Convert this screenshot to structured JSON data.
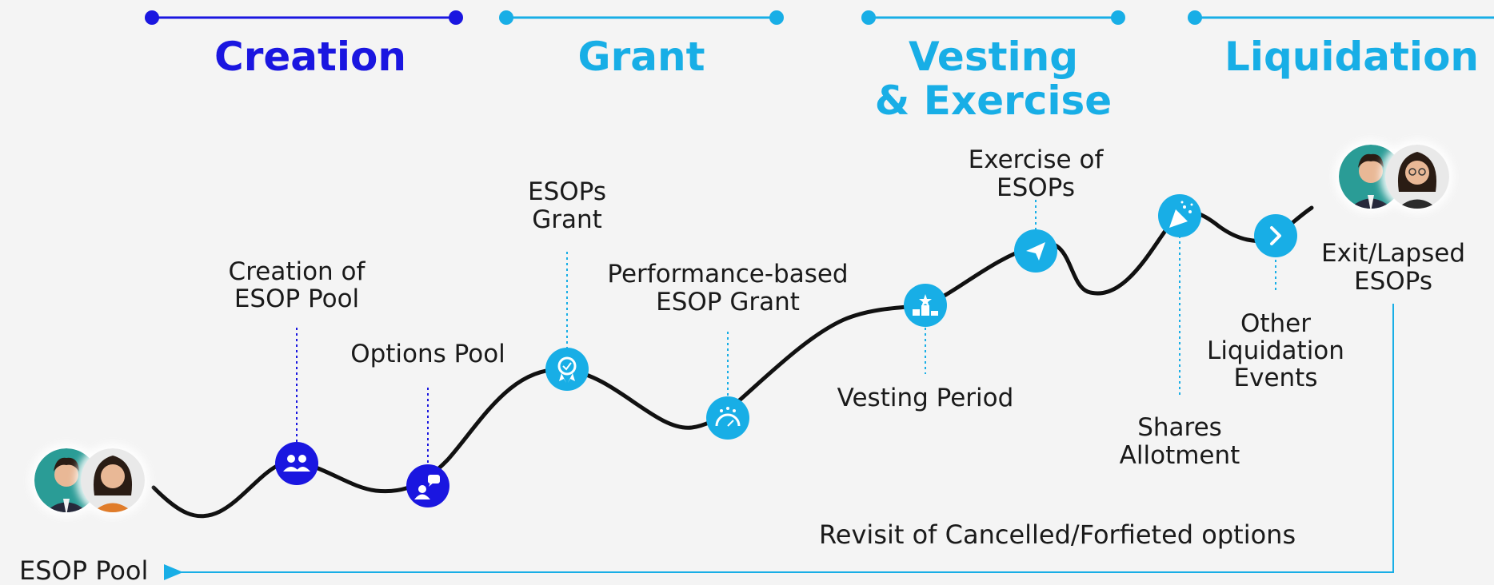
{
  "phases": [
    {
      "title": "Creation",
      "color": "#1a16e0"
    },
    {
      "title": "Grant",
      "color": "#18aee6"
    },
    {
      "title_line1": "Vesting",
      "title_line2": "& Exercise",
      "color": "#18aee6"
    },
    {
      "title": "Liquidation",
      "color": "#18aee6"
    }
  ],
  "steps": [
    {
      "line1": "Creation of",
      "line2": "ESOP Pool",
      "icon": "users-icon",
      "color": "#1a16e0"
    },
    {
      "line1": "Options Pool",
      "icon": "user-chat-icon",
      "color": "#1a16e0"
    },
    {
      "line1": "ESOPs",
      "line2": "Grant",
      "icon": "award-badge-icon",
      "color": "#18aee6"
    },
    {
      "line1": "Performance-based",
      "line2": "ESOP Grant",
      "icon": "gauge-icon",
      "color": "#18aee6"
    },
    {
      "line1": "Vesting Period",
      "icon": "podium-icon",
      "color": "#18aee6"
    },
    {
      "line1": "Exercise of",
      "line2": "ESOPs",
      "icon": "paper-plane-icon",
      "color": "#18aee6"
    },
    {
      "line1": "Shares",
      "line2": "Allotment",
      "icon": "party-popper-icon",
      "color": "#18aee6"
    },
    {
      "line1": "Other",
      "line2": "Liquidation",
      "line3": "Events",
      "icon": "chevron-right-icon",
      "color": "#18aee6"
    }
  ],
  "end_label": {
    "line1": "Exit/Lapsed",
    "line2": "ESOPs"
  },
  "footer": {
    "revisit": "Revisit of Cancelled/Forfieted options",
    "esop_pool": "ESOP Pool"
  },
  "colors": {
    "dark_blue": "#1a16e0",
    "light_blue": "#18aee6",
    "curve": "#111111"
  }
}
